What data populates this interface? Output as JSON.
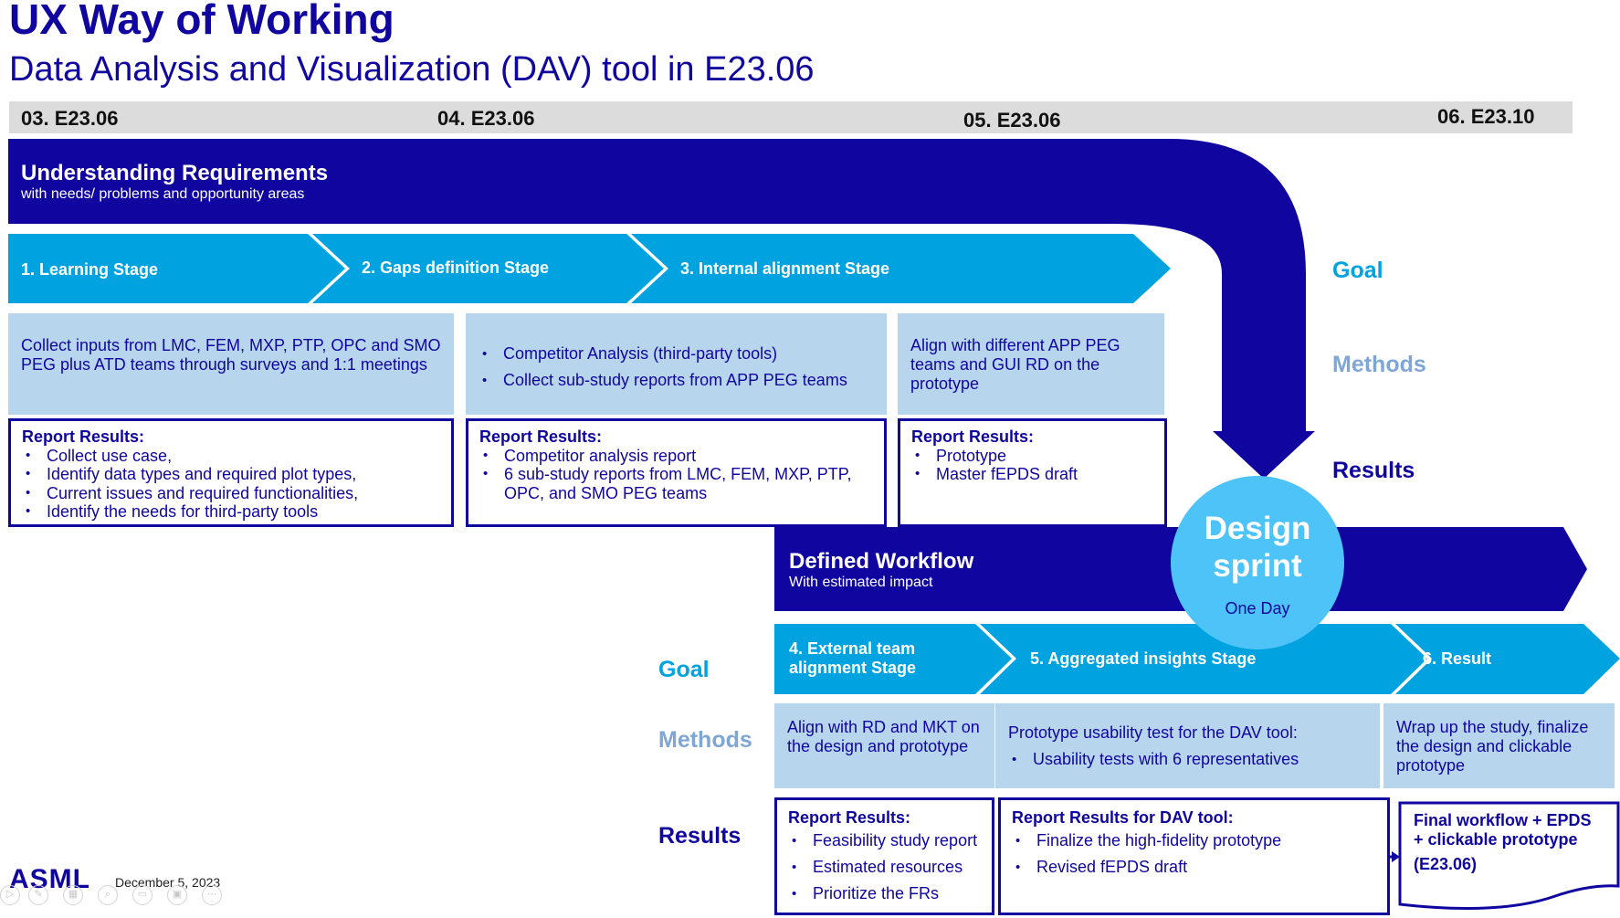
{
  "header": {
    "title": "UX Way of Working",
    "subtitle": "Data Analysis and Visualization (DAV) tool in E23.06"
  },
  "timeline": [
    "03. E23.06",
    "04. E23.06",
    "05. E23.06",
    "06. E23.10"
  ],
  "understanding": {
    "title": "Understanding Requirements",
    "subtitle": "with needs/ problems and opportunity areas"
  },
  "workflow": {
    "title": "Defined  Workflow",
    "subtitle": "With estimated impact"
  },
  "sprint": {
    "title_line1": "Design",
    "title_line2": "sprint",
    "subtitle": "One Day"
  },
  "side_labels": {
    "goal": "Goal",
    "methods": "Methods",
    "results": "Results"
  },
  "stages_top": [
    {
      "label": "1. Learning Stage",
      "method_text": "Collect inputs from LMC, FEM, MXP, PTP, OPC and SMO PEG plus ATD teams through surveys and 1:1 meetings",
      "result_title": "Report Results:",
      "result_items": [
        "Collect use case,",
        "Identify data types and required plot types,",
        "Current issues and required functionalities,",
        "Identify the needs for third-party tools"
      ]
    },
    {
      "label": "2. Gaps definition Stage",
      "method_items": [
        "Competitor Analysis (third-party tools)",
        "Collect sub-study reports from APP PEG teams"
      ],
      "result_title": "Report Results:",
      "result_items": [
        "Competitor analysis report",
        "6 sub-study reports from LMC, FEM, MXP, PTP, OPC, and SMO PEG teams"
      ]
    },
    {
      "label": "3. Internal alignment Stage",
      "method_text": "Align with different APP PEG teams and GUI RD on the prototype",
      "result_title": "Report Results:",
      "result_items": [
        "Prototype",
        "Master fEPDS draft"
      ]
    }
  ],
  "stages_bottom": [
    {
      "label_line1": "4. External team",
      "label_line2": "alignment Stage",
      "method_text": "Align with RD and MKT on the design and prototype",
      "result_title": "Report Results:",
      "result_items": [
        "Feasibility study report",
        "Estimated resources",
        "Prioritize the FRs"
      ]
    },
    {
      "label": "5. Aggregated insights Stage",
      "method_text": "Prototype usability test for the DAV tool:",
      "method_items": [
        "Usability tests with 6 representatives"
      ],
      "result_title": "Report Results for DAV tool:",
      "result_items": [
        "Finalize the high-fidelity prototype",
        "Revised fEPDS draft"
      ]
    },
    {
      "label": "6. Result",
      "method_text": "Wrap up the study, finalize the design and clickable prototype",
      "final_line1": "Final workflow + EPDS",
      "final_line2": "+ clickable prototype",
      "final_line3": "(E23.06)"
    }
  ],
  "footer": {
    "logo": "ASML",
    "date": "December 5, 2023"
  },
  "colors": {
    "navy": "#10069f",
    "cyan": "#00a3e0",
    "light_blue": "#b7d6ee",
    "sprint_circle": "#4dc3f7"
  }
}
